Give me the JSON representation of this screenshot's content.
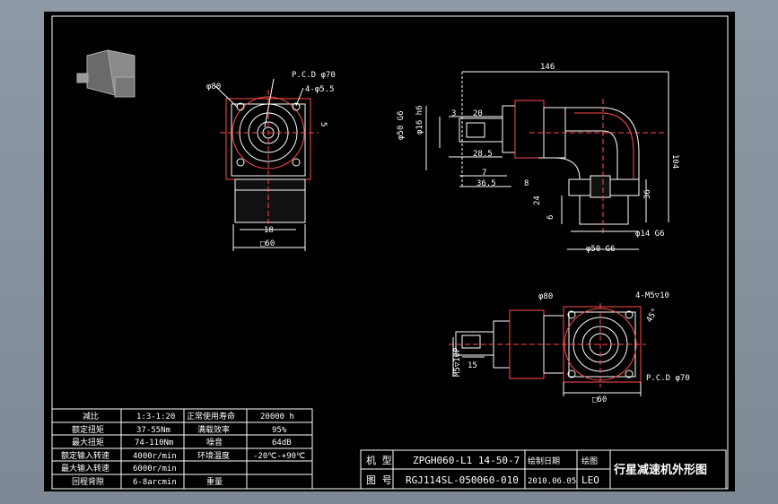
{
  "dimensions": {
    "front_view": {
      "flange_circle": "φ80",
      "pcd": "P.C.D φ70",
      "holes": "4-φ5.5",
      "key_height": "5",
      "key_width": "18",
      "square": "□60"
    },
    "side_view": {
      "overall_length": "146",
      "shaft_len": "20",
      "key_offset": "3",
      "dia_50": "φ50 G6",
      "dia_16": "φ16 h6",
      "len_28_5": "28.5",
      "len_7": "7",
      "len_36_5": "36.5",
      "thk_8": "8",
      "height_104": "104",
      "len_36": "36",
      "len_24": "24",
      "len_6": "6",
      "dia_14": "φ14 G6",
      "dia_50b": "φ50 G6"
    },
    "bottom_view": {
      "flange_circle": "φ80",
      "holes": "4-M5▽10",
      "angle": "45°",
      "pcd": "P.C.D φ70",
      "square": "□60",
      "thread": "M5▽10P",
      "len_15": "15"
    }
  },
  "spec_table": {
    "rows": [
      [
        "减比",
        "1:3-1:20",
        "正常使用寿命",
        "20000 h"
      ],
      [
        "额定扭矩",
        "37-55Nm",
        "满载效率",
        "95%"
      ],
      [
        "最大扭矩",
        "74-110Nm",
        "噪音",
        "64dB"
      ],
      [
        "额定输入转速",
        "4000r/min",
        "环境温度",
        "-20℃-+90℃"
      ],
      [
        "最大输入转速",
        "6000r/min",
        "",
        ""
      ],
      [
        "回程背隙",
        "6-8arcmin",
        "重量",
        ""
      ]
    ]
  },
  "title_block": {
    "label_model": "机 型",
    "model_value": "ZPGH060-L1 14-50-7",
    "label_date": "绘制日期",
    "label_drawer": "绘图",
    "label_code": "图 号",
    "code_value": "RGJ114SL-050060-010",
    "date_value": "2010.06.05",
    "drawer_value": "LEO",
    "title": "行星减速机外形图"
  }
}
